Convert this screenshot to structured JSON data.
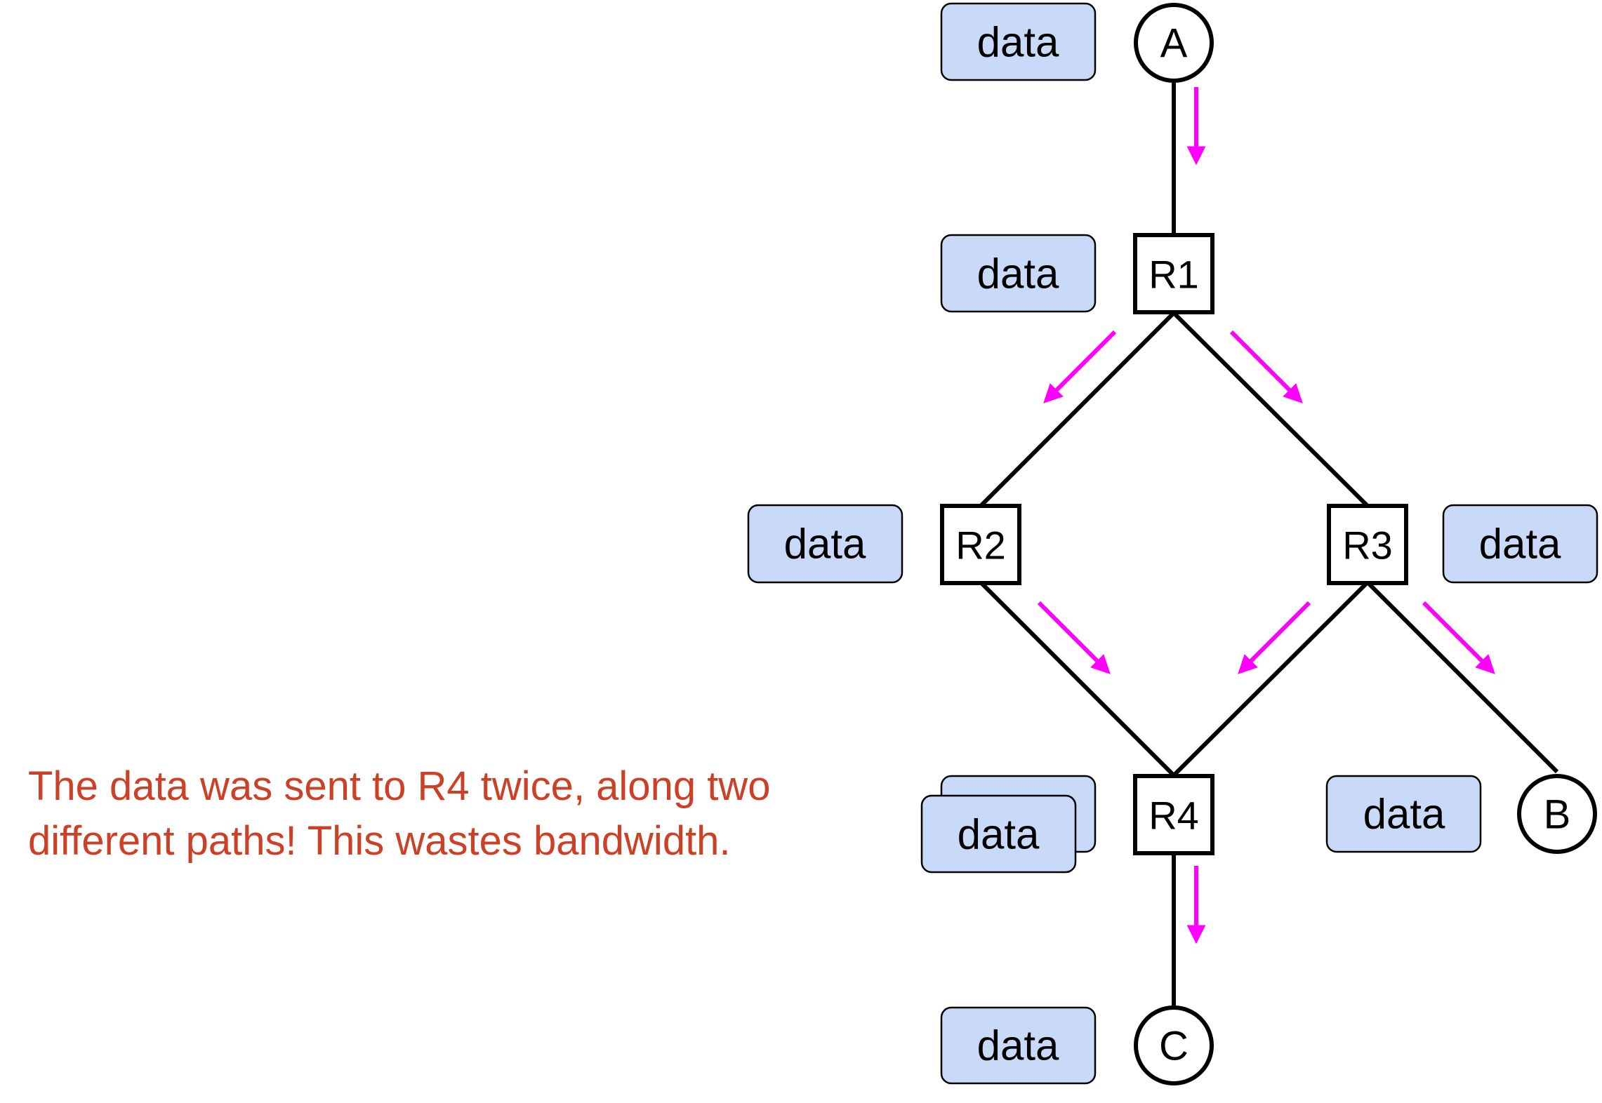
{
  "nodes": {
    "A": {
      "label": "A"
    },
    "R1": {
      "label": "R1"
    },
    "R2": {
      "label": "R2"
    },
    "R3": {
      "label": "R3"
    },
    "R4": {
      "label": "R4"
    },
    "B": {
      "label": "B"
    },
    "C": {
      "label": "C"
    }
  },
  "packets": {
    "at_A": {
      "label": "data"
    },
    "at_R1": {
      "label": "data"
    },
    "at_R2": {
      "label": "data"
    },
    "at_R3": {
      "label": "data"
    },
    "at_R4": {
      "label": "data"
    },
    "at_B": {
      "label": "data"
    },
    "at_C": {
      "label": "data"
    }
  },
  "caption": {
    "line1": "The data was sent to R4 twice, along two",
    "line2": "different paths! This wastes bandwidth."
  },
  "colors": {
    "packet_fill": "#c9daf8",
    "arrow": "#ff00ff",
    "caption": "#cc4125",
    "line": "#000000"
  },
  "icons": {
    "arrow": "arrow-icon"
  }
}
